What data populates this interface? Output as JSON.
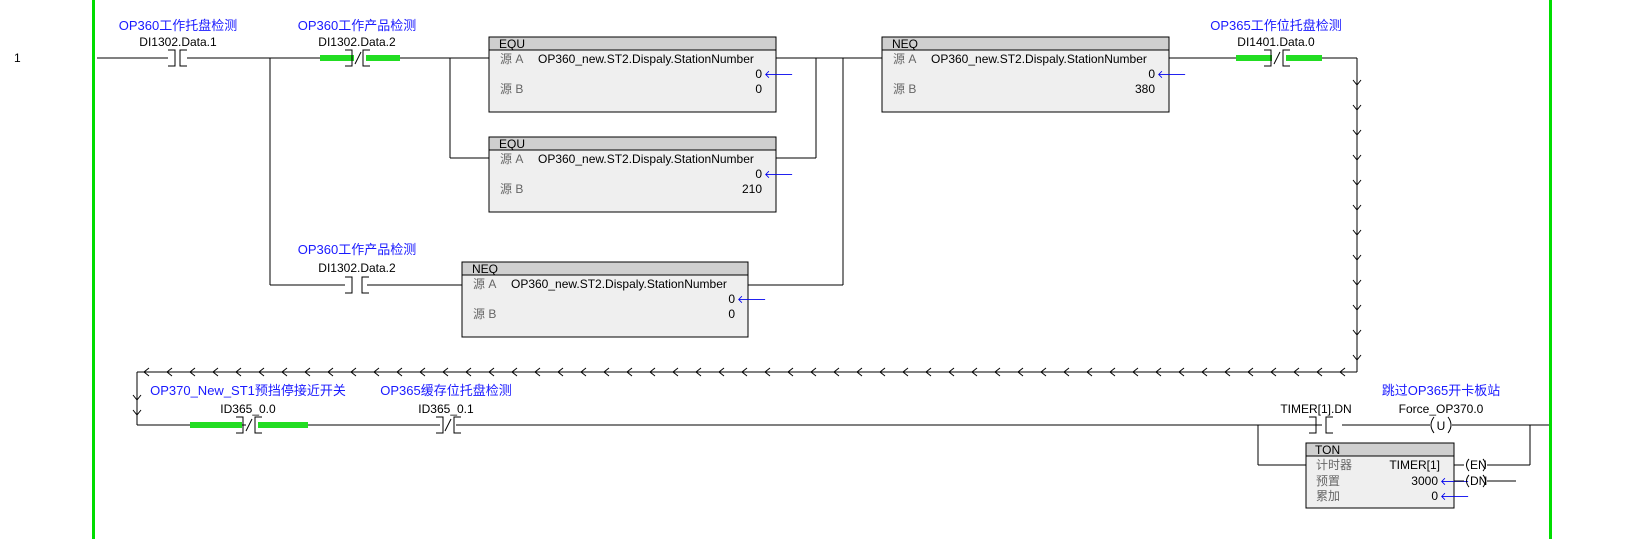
{
  "rung": {
    "number": "1"
  },
  "contacts": {
    "c1": {
      "desc": "OP360工作托盘检测",
      "tag": "DI1302.Data.1"
    },
    "c2": {
      "desc": "OP360工作产品检测",
      "tag": "DI1302.Data.2"
    },
    "c3": {
      "desc": "OP365工作位托盘检测",
      "tag": "DI1401.Data.0"
    },
    "c4": {
      "desc": "OP360工作产品检测",
      "tag": "DI1302.Data.2"
    },
    "c5": {
      "desc": "OP370_New_ST1预挡停接近开关",
      "tag": "ID365_0.0"
    },
    "c6": {
      "desc": "OP365缓存位托盘检测",
      "tag": "ID365_0.1"
    },
    "c7": {
      "desc": "",
      "tag": "TIMER[1].DN"
    }
  },
  "blocks": {
    "b1": {
      "type": "EQU",
      "src_a_label": "源 A",
      "src_a": "OP360_new.ST2.Dispaly.StationNumber",
      "src_a_value": "0",
      "src_b_label": "源 B",
      "src_b": "0"
    },
    "b2": {
      "type": "EQU",
      "src_a_label": "源 A",
      "src_a": "OP360_new.ST2.Dispaly.StationNumber",
      "src_a_value": "0",
      "src_b_label": "源 B",
      "src_b": "210"
    },
    "b3": {
      "type": "NEQ",
      "src_a_label": "源 A",
      "src_a": "OP360_new.ST2.Dispaly.StationNumber",
      "src_a_value": "0",
      "src_b_label": "源 B",
      "src_b": "380"
    },
    "b4": {
      "type": "NEQ",
      "src_a_label": "源 A",
      "src_a": "OP360_new.ST2.Dispaly.StationNumber",
      "src_a_value": "0",
      "src_b_label": "源 B",
      "src_b": "0"
    }
  },
  "coil": {
    "desc": "跳过OP365开卡板站",
    "tag": "Force_OP370.0",
    "symbol": "U"
  },
  "timer": {
    "type": "TON",
    "timer_label": "计时器",
    "timer": "TIMER[1]",
    "preset_label": "预置",
    "preset": "3000",
    "accum_label": "累加",
    "accum": "0",
    "en": "EN",
    "dn": "DN"
  },
  "colors": {
    "rail": "#00dd00",
    "true_bar": "#22dd22",
    "desc": "#1a1aff",
    "box_fill": "#efefef",
    "box_header": "#cfcfcf"
  }
}
